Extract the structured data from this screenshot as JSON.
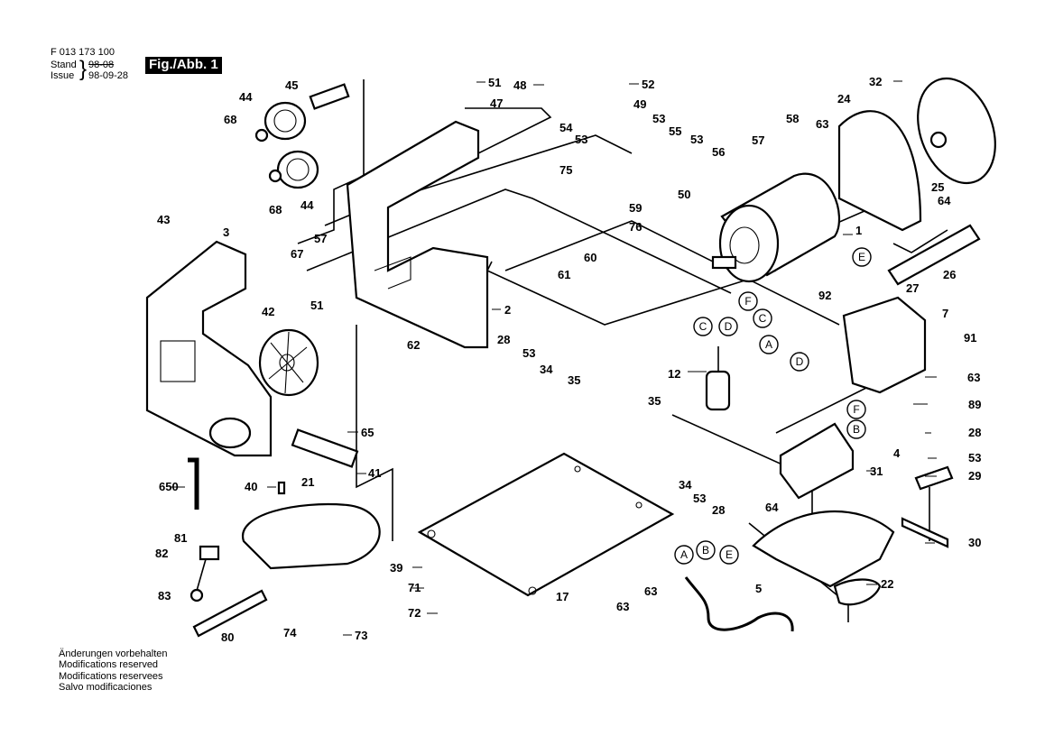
{
  "header": {
    "doc_number": "F 013 173 100",
    "stand_label": "Stand",
    "issue_label": "Issue",
    "stand_date_struck": "98-08",
    "issue_date": "98-09-28",
    "brace": "}",
    "figure_badge": "Fig./Abb. 1"
  },
  "footer": {
    "lines": [
      "Änderungen vorbehalten",
      "Modifications reserved",
      "Modifications reservees",
      "Salvo modificaciones"
    ]
  },
  "part_labels": [
    {
      "id": "p51a",
      "text": "51"
    },
    {
      "id": "p48",
      "text": "48"
    },
    {
      "id": "p52",
      "text": "52"
    },
    {
      "id": "p45",
      "text": "45"
    },
    {
      "id": "p44a",
      "text": "44"
    },
    {
      "id": "p68a",
      "text": "68"
    },
    {
      "id": "p47",
      "text": "47"
    },
    {
      "id": "p54",
      "text": "54"
    },
    {
      "id": "p53a",
      "text": "53"
    },
    {
      "id": "p49",
      "text": "49"
    },
    {
      "id": "p53b",
      "text": "53"
    },
    {
      "id": "p55",
      "text": "55"
    },
    {
      "id": "p53c",
      "text": "53"
    },
    {
      "id": "p56",
      "text": "56"
    },
    {
      "id": "p58",
      "text": "58"
    },
    {
      "id": "p63a",
      "text": "63"
    },
    {
      "id": "p57a",
      "text": "57"
    },
    {
      "id": "p32",
      "text": "32"
    },
    {
      "id": "p24",
      "text": "24"
    },
    {
      "id": "p25",
      "text": "25"
    },
    {
      "id": "p64a",
      "text": "64"
    },
    {
      "id": "p75",
      "text": "75"
    },
    {
      "id": "p68b",
      "text": "68"
    },
    {
      "id": "p44b",
      "text": "44"
    },
    {
      "id": "p43",
      "text": "43"
    },
    {
      "id": "p3",
      "text": "3"
    },
    {
      "id": "p57b",
      "text": "57"
    },
    {
      "id": "p67",
      "text": "67"
    },
    {
      "id": "p59",
      "text": "59"
    },
    {
      "id": "p50",
      "text": "50"
    },
    {
      "id": "p76",
      "text": "76"
    },
    {
      "id": "p1",
      "text": "1"
    },
    {
      "id": "p26",
      "text": "26"
    },
    {
      "id": "p60",
      "text": "60"
    },
    {
      "id": "p61",
      "text": "61"
    },
    {
      "id": "p42",
      "text": "42"
    },
    {
      "id": "p51b",
      "text": "51"
    },
    {
      "id": "p2",
      "text": "2"
    },
    {
      "id": "p62",
      "text": "62"
    },
    {
      "id": "p27",
      "text": "27"
    },
    {
      "id": "p92",
      "text": "92"
    },
    {
      "id": "p7",
      "text": "7"
    },
    {
      "id": "p91",
      "text": "91"
    },
    {
      "id": "p63b",
      "text": "63"
    },
    {
      "id": "p28a",
      "text": "28"
    },
    {
      "id": "p53d",
      "text": "53"
    },
    {
      "id": "p34a",
      "text": "34"
    },
    {
      "id": "p35a",
      "text": "35"
    },
    {
      "id": "p12",
      "text": "12"
    },
    {
      "id": "p35b",
      "text": "35"
    },
    {
      "id": "p89",
      "text": "89"
    },
    {
      "id": "p28b",
      "text": "28"
    },
    {
      "id": "p4",
      "text": "4"
    },
    {
      "id": "p53e",
      "text": "53"
    },
    {
      "id": "p29",
      "text": "29"
    },
    {
      "id": "p31",
      "text": "31"
    },
    {
      "id": "p34b",
      "text": "34"
    },
    {
      "id": "p53f",
      "text": "53"
    },
    {
      "id": "p28c",
      "text": "28"
    },
    {
      "id": "p64b",
      "text": "64"
    },
    {
      "id": "p65",
      "text": "65"
    },
    {
      "id": "p41",
      "text": "41"
    },
    {
      "id": "p650",
      "text": "650"
    },
    {
      "id": "p40",
      "text": "40"
    },
    {
      "id": "p21",
      "text": "21"
    },
    {
      "id": "p30",
      "text": "30"
    },
    {
      "id": "p81",
      "text": "81"
    },
    {
      "id": "p82",
      "text": "82"
    },
    {
      "id": "p83",
      "text": "83"
    },
    {
      "id": "p39",
      "text": "39"
    },
    {
      "id": "p71",
      "text": "71"
    },
    {
      "id": "p72",
      "text": "72"
    },
    {
      "id": "p17",
      "text": "17"
    },
    {
      "id": "p63c",
      "text": "63"
    },
    {
      "id": "p63d",
      "text": "63"
    },
    {
      "id": "p5",
      "text": "5"
    },
    {
      "id": "p22",
      "text": "22"
    },
    {
      "id": "p80",
      "text": "80"
    },
    {
      "id": "p74",
      "text": "74"
    },
    {
      "id": "p73",
      "text": "73"
    }
  ],
  "wire_markers": [
    {
      "id": "wE1",
      "text": "E"
    },
    {
      "id": "wF1",
      "text": "F"
    },
    {
      "id": "wC1",
      "text": "C"
    },
    {
      "id": "wA1",
      "text": "A"
    },
    {
      "id": "wD1",
      "text": "D"
    },
    {
      "id": "wC2",
      "text": "C"
    },
    {
      "id": "wD2",
      "text": "D"
    },
    {
      "id": "wF2",
      "text": "F"
    },
    {
      "id": "wB1",
      "text": "B"
    },
    {
      "id": "wA2",
      "text": "A"
    },
    {
      "id": "wB2",
      "text": "B"
    },
    {
      "id": "wE2",
      "text": "E"
    }
  ]
}
